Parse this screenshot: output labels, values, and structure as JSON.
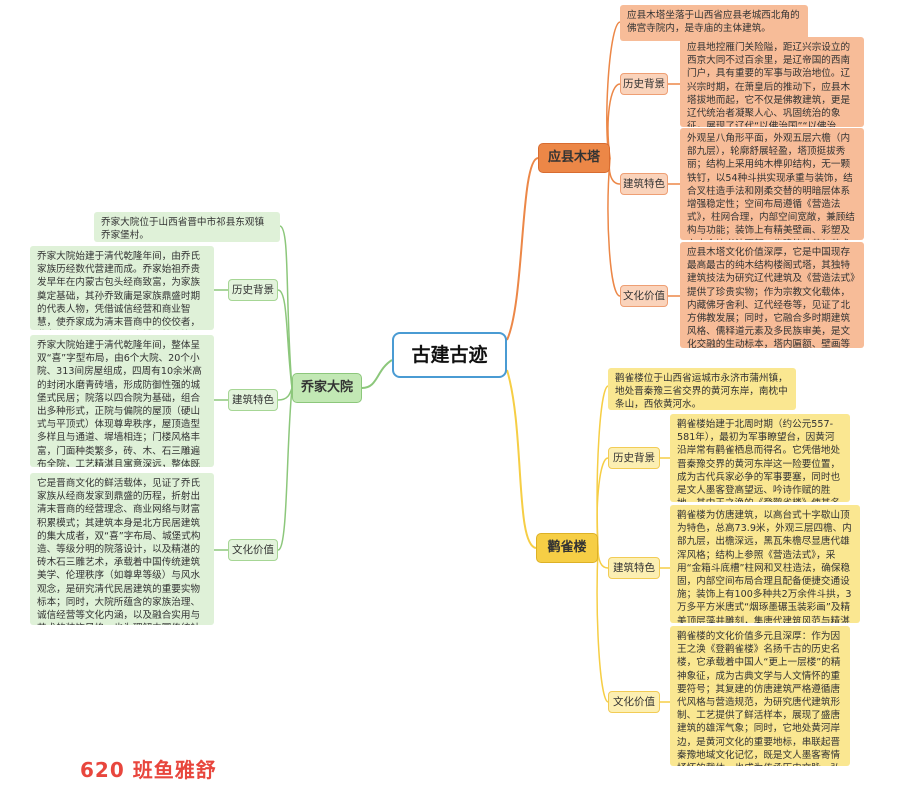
{
  "colors": {
    "orange": "#ec8747",
    "yellow": "#f6ce45",
    "green": "#8cc77b",
    "center_border": "#4a9bd3",
    "signature": "#e8463d"
  },
  "center": {
    "title": "古建古迹"
  },
  "branches": {
    "yingxian": {
      "name": "应县木塔",
      "intro": "应县木塔坐落于山西省应县老城西北角的佛宫寺院内，是寺庙的主体建筑。",
      "history_label": "历史背景",
      "history": "应县地控雁门关险隘，距辽兴宗设立的西京大同不过百余里，是辽帝国的西南门户，具有重要的军事与政治地位。辽兴宗时期，在萧皇后的推动下，应县木塔拔地而起，它不仅是佛教建筑，更是辽代统治者凝聚人心、巩固统治的象征，展现了辽代“以佛治国”“以佛治心”的多元治理理念。",
      "features_label": "建筑特色",
      "features": "外观呈八角形平面，外观五层六檐（内部九层），轮廓舒展轻盈，塔顶挺拔秀丽；结构上采用纯木榫卯结构，无一颗铁钉，以54种斗拱实现承重与装饰，结合叉柱造手法和刚柔交替的明暗层体系增强稳定性；空间布局遵循《营造法式》，柱网合理，内部空间宽敞，兼顾结构与功能；装饰上有精美壁画、彩塑及六十余块书法匾额，集建筑技艺与艺术价值于一体。",
      "value_label": "文化价值",
      "value": "应县木塔文化价值深厚，它是中国现存最高最古的纯木结构楼阁式塔，其独特建筑技法为研究辽代建筑及《营造法式》提供了珍贵实物；作为宗教文化载体，内藏佛牙舍利、辽代经卷等，见证了北方佛教发展；同时，它融合多时期建筑风格、儒释道元素及多民族审美，是文化交融的生动标本，塔内匾额、壁画等亦为研究古代艺术与历史提供了丰富素材。"
    },
    "guanque": {
      "name": "鹳雀楼",
      "intro": "鹳雀楼位于山西省运城市永济市蒲州镇，地处晋秦豫三省交界的黄河东岸，南枕中条山，西依黄河水。",
      "history_label": "历史背景",
      "history": "鹳雀楼始建于北周时期（约公元557-581年），最初为军事瞭望台，因黄河沿岸常有鹳雀栖息而得名。它凭借地处晋秦豫交界的黄河东岸这一险要位置，成为古代兵家必争的军事要塞，同时也是文人墨客登高望远、吟诗作赋的胜地，其中王之涣的《登鹳雀楼》使其名扬千古。",
      "features_label": "建筑特色",
      "features": "鹳雀楼为仿唐建筑，以高台式十字歇山顶为特色，总高73.9米，外观三层四檐、内部九层，出檐深远，黑瓦朱檐尽显唐代雄浑风格；结构上参照《营造法式》，采用“金箱斗底槽”柱网和叉柱造法，确保稳固，内部空间布局合理且配备便捷交通设施；装饰上有100多种共2万余件斗拱，3万多平方米唐式“烟琢墨碾玉装彩画”及精美顶层藻井雕刻，集唐代建筑风范与精湛工艺于一体。",
      "value_label": "文化价值",
      "value": "鹳雀楼的文化价值多元且深厚：作为因王之涣《登鹳雀楼》名扬千古的历史名楼，它承载着中国人“更上一层楼”的精神象征，成为古典文学与人文情怀的重要符号；其复建的仿唐建筑严格遵循唐代风格与营造规范，为研究唐代建筑形制、工艺提供了鲜活样本，展现了盛唐建筑的雄浑气象；同时，它地处黄河岸边，是黄河文化的重要地标，串联起晋秦豫地域文化记忆，既是文人墨客寄情抒怀的载体，也成为传承历史文脉、弘扬民族精神的文化象征。"
    },
    "qiao": {
      "name": "乔家大院",
      "intro": "乔家大院位于山西省晋中市祁县东观镇乔家堡村。",
      "history_label": "历史背景",
      "history": "乔家大院始建于清代乾隆年间，由乔氏家族历经数代营建而成。乔家始祖乔贵发早年在内蒙古包头经商致富，为家族奠定基础，其孙乔致庸是家族鼎盛时期的代表人物，凭借诚信经营和商业智慧，使乔家成为清末晋商中的佼佼者，业务涵盖票号、钱庄、当铺、粮店等，足迹遍布全国。",
      "features_label": "建筑特色",
      "features": "乔家大院始建于清代乾隆年间，整体呈双“喜”字型布局，由6个大院、20个小院、313间房屋组成，四周有10余米高的封闭水磨青砖墙，形成防御性强的城堡式民居；院落以四合院为基础，组合出多种形式，正院与偏院的屋顶（硬山式与平顶式）体现尊卑秩序，屋顶造型多样且与通道、墀墙相连；门楼风格丰富，门面种类繁多，砖、木、石三雕遍布全院，工艺精湛且寓意深远，整体既展现了晋商民居的建筑智慧，又蕴含着传统伦理与风水观念。",
      "value_label": "文化价值",
      "value": "它是晋商文化的鲜活载体，见证了乔氏家族从经商发家到鼎盛的历程，折射出清末晋商的经营理念、商业网络与财富积累模式；其建筑本身是北方民居建筑的集大成者，双“喜”字布局、城堡式构造、等级分明的院落设计，以及精湛的砖木石三雕艺术，承载着中国传统建筑美学、伦理秩序（如尊卑等级）与风水观念，是研究清代民居建筑的重要实物标本；同时，大院所蕴含的家族治理、诚信经营等文化内涵，以及融合实用与艺术的装饰风格，也为理解中国传统社会的家族文化、民俗风情提供了丰富视角，成为连接历史与民俗的重要文化符号。"
    }
  },
  "signature": "620 班鱼雅舒"
}
